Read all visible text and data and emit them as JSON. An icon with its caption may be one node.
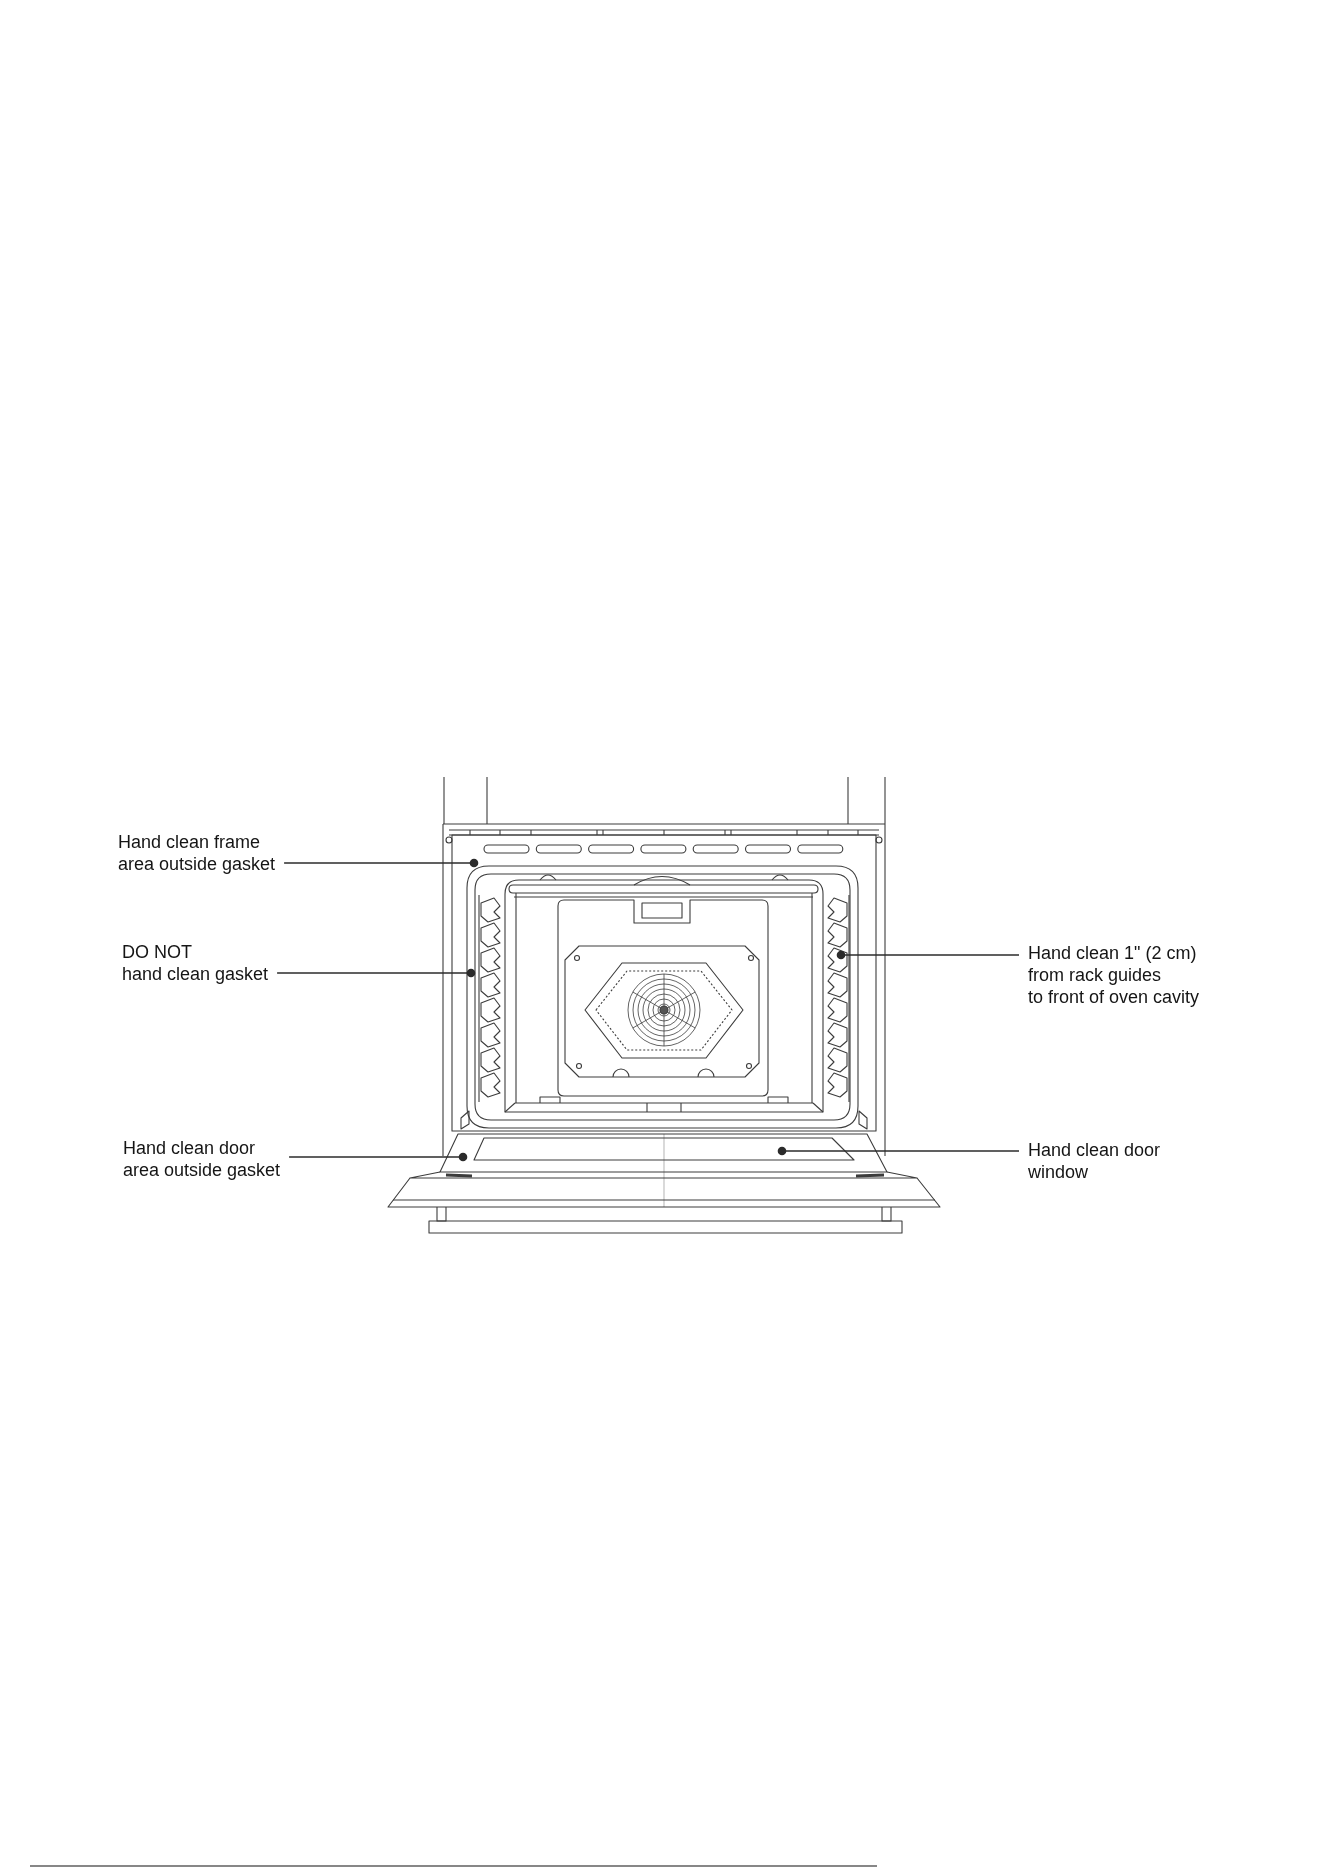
{
  "diagram": {
    "nodes": [
      {
        "text": [
          "Hand clean frame area outside gasket"
        ]
      },
      {
        "text": [
          "DO NOT hand clean gasket"
        ]
      },
      {
        "text": [
          "Hand clean 1\" (2 cm) from rack guides to front of oven cavity"
        ]
      },
      {
        "text": [
          "Hand clean door area outside gasket"
        ]
      },
      {
        "text": [
          "Hand clean door window"
        ]
      },
      {
        "text": [],
        "shape": "picture"
      },
      {
        "text": [],
        "shape": "picture",
        "in": 5
      },
      {
        "text": [],
        "shape": "picture",
        "in": 6
      },
      {
        "text": [],
        "shape": "picture",
        "in": 6
      },
      {
        "text": [],
        "shape": "picture"
      },
      {
        "text": [],
        "shape": "picture",
        "in": 9
      }
    ],
    "edges": [
      {
        "from": 0,
        "to": 5,
        "arrow": "other"
      },
      {
        "from": 1,
        "to": 6,
        "arrow": "other"
      },
      {
        "from": 2,
        "to": 8,
        "arrow": "other"
      },
      {
        "from": 3,
        "to": 9,
        "arrow": "other"
      },
      {
        "from": 4,
        "to": 10,
        "arrow": "other"
      }
    ]
  }
}
